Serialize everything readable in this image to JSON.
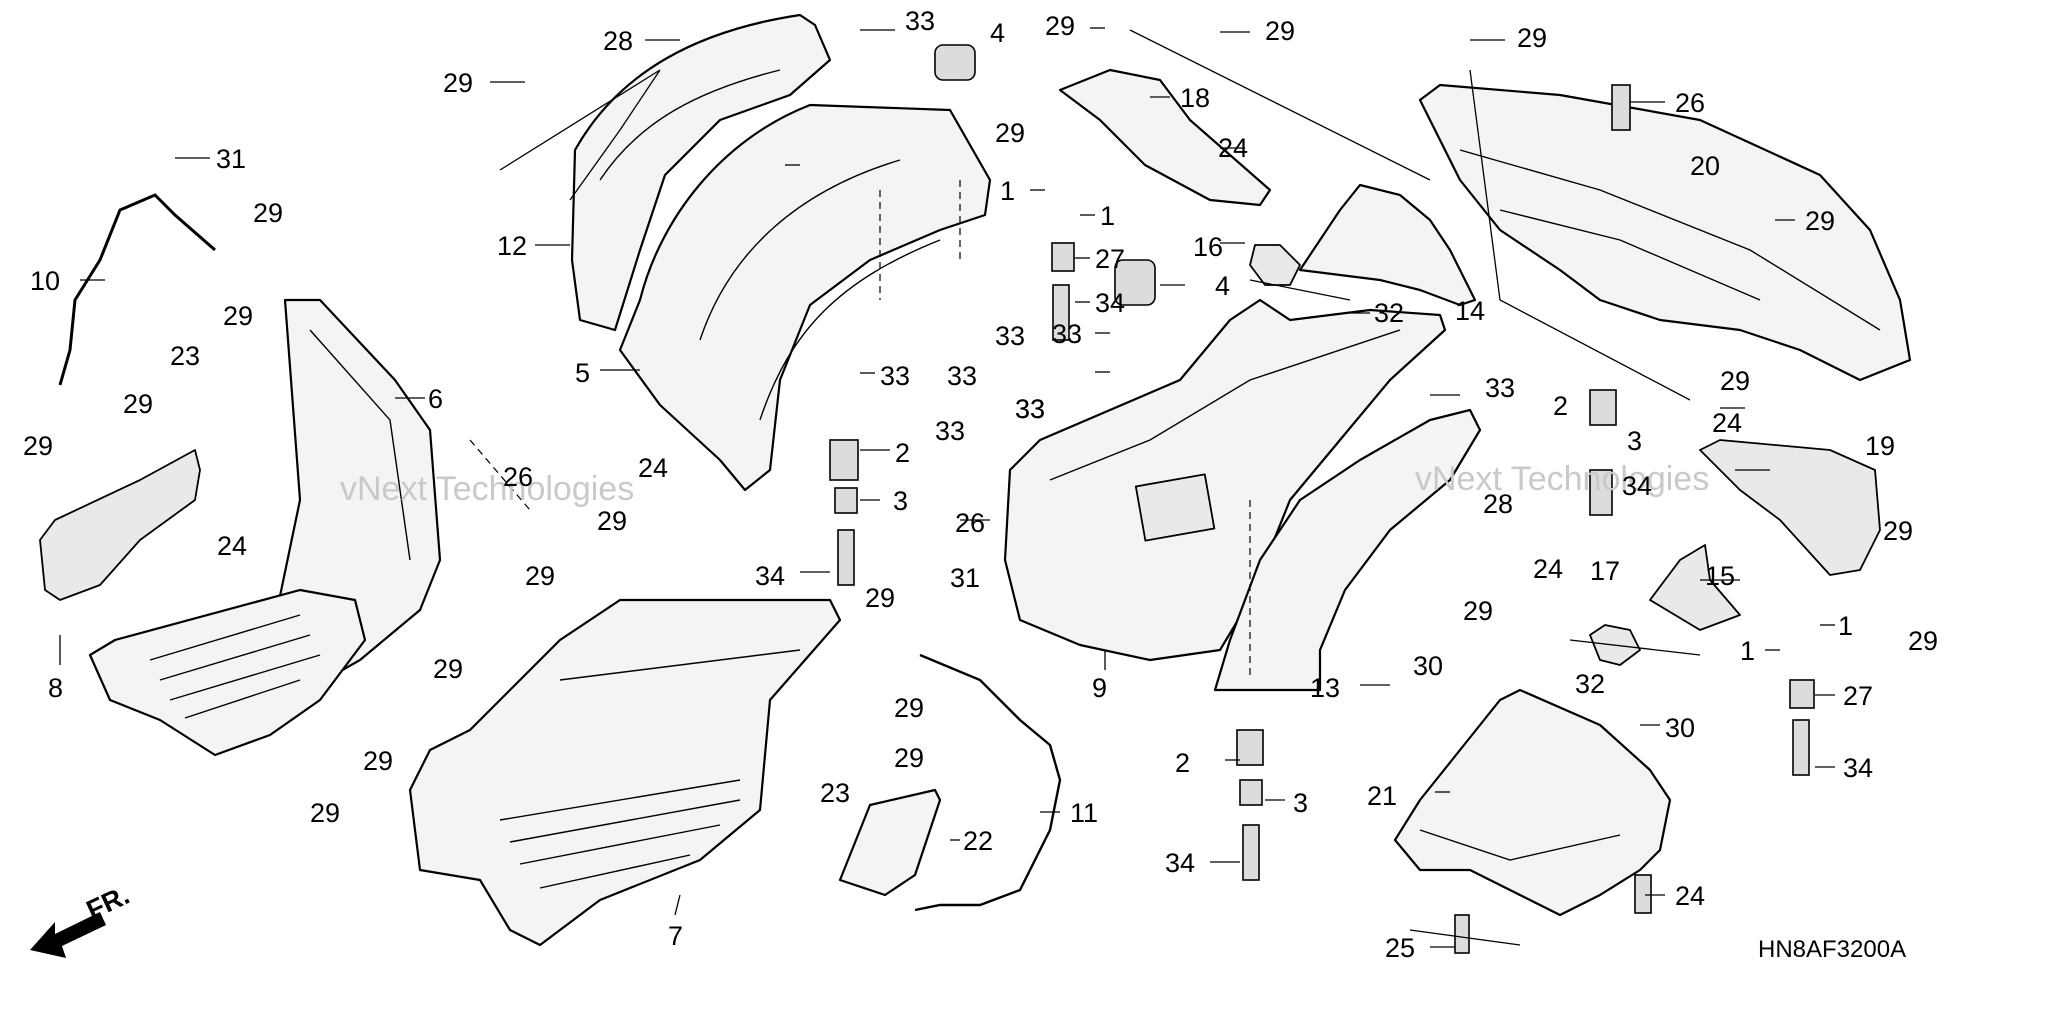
{
  "diagram": {
    "diagram_code": "HN8AF3200A",
    "front_marker": "FR.",
    "watermark_brand": "vNext Technologies",
    "labels": [
      "1",
      "2",
      "3",
      "4",
      "5",
      "6",
      "7",
      "8",
      "9",
      "10",
      "11",
      "12",
      "13",
      "14",
      "15",
      "16",
      "17",
      "18",
      "19",
      "20",
      "21",
      "22",
      "23",
      "24",
      "25",
      "26",
      "27",
      "28",
      "29",
      "30",
      "31",
      "32",
      "33",
      "34"
    ]
  }
}
